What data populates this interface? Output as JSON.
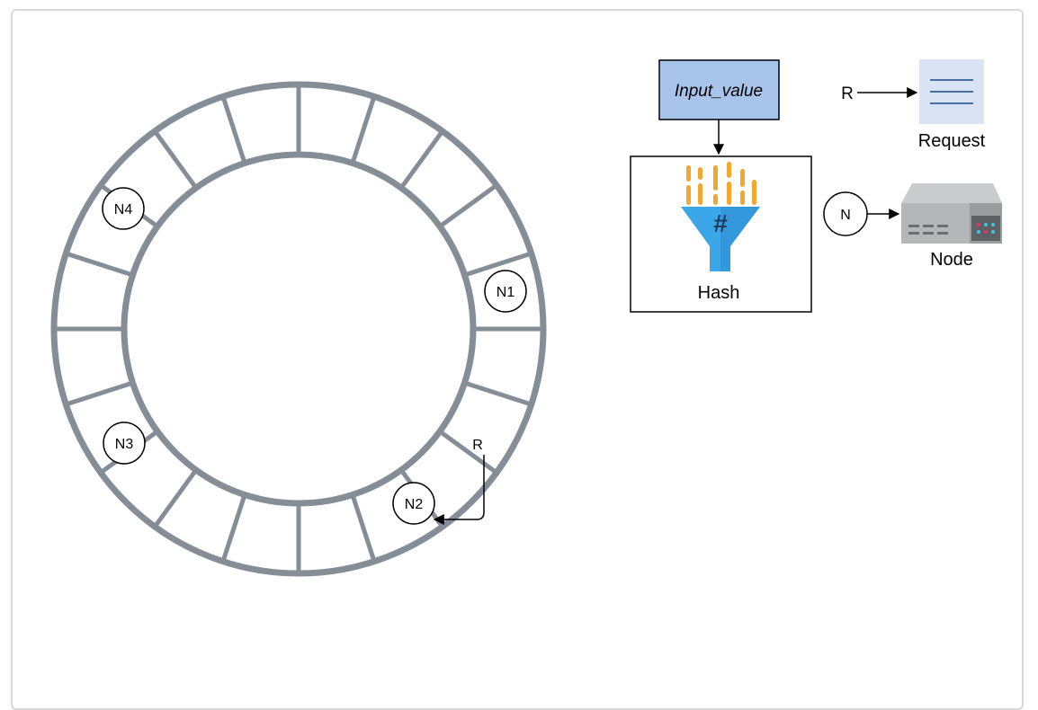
{
  "ring": {
    "nodes": [
      "N1",
      "N2",
      "N3",
      "N4"
    ],
    "request_label": "R"
  },
  "legend": {
    "input_label": "Input_value",
    "hash_label": "Hash",
    "request_marker": "R",
    "request_label": "Request",
    "node_marker": "N",
    "node_label": "Node"
  },
  "colors": {
    "ring": "#858d96",
    "input_box_fill": "#a9c4eb",
    "request_icon_bg": "#dae3f3",
    "request_icon_lines": "#4a6fa5",
    "funnel": "#3ca7e8",
    "funnel_dark": "#1f7fc4",
    "hash_bars": "#f0a830"
  }
}
